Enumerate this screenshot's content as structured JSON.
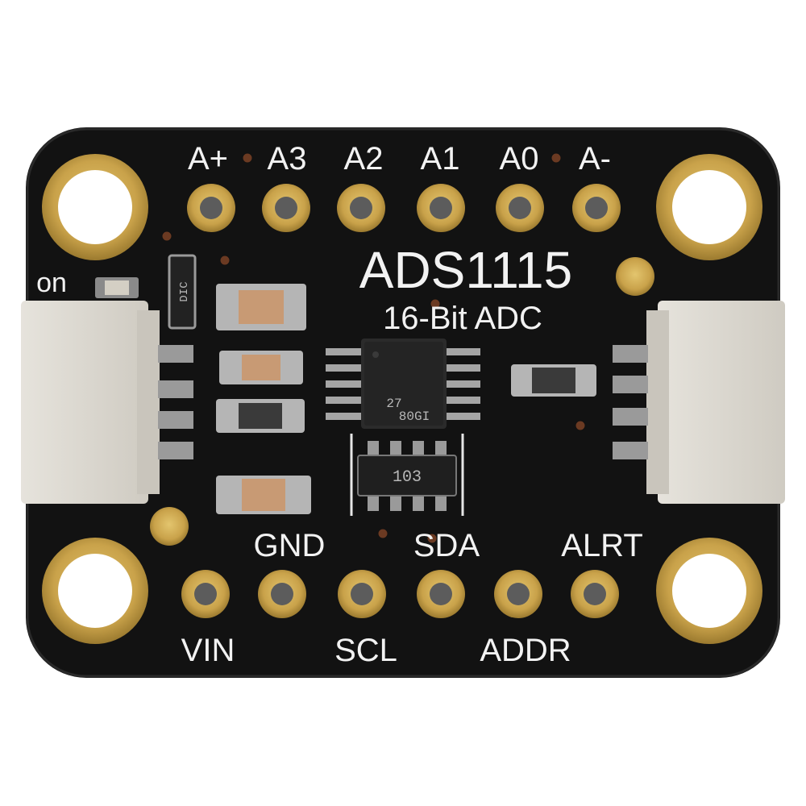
{
  "board": {
    "title": "ADS1115",
    "subtitle": "16-Bit ADC",
    "power_led_label": "on",
    "top_pins": [
      "A+",
      "A3",
      "A2",
      "A1",
      "A0",
      "A-"
    ],
    "bottom_pins_lower": [
      "VIN",
      "SCL",
      "ADDR"
    ],
    "bottom_pins_upper": [
      "GND",
      "SDA",
      "ALRT"
    ],
    "chip_marking_line1": "27",
    "chip_marking_line2": "80GI",
    "resistor_array_marking": "103",
    "led_marking": "DIC",
    "colors": {
      "pcb": "#121212",
      "silkscreen": "#f2f2f2",
      "gold": "#c9a24a",
      "connector": "#d9d6cf"
    }
  }
}
